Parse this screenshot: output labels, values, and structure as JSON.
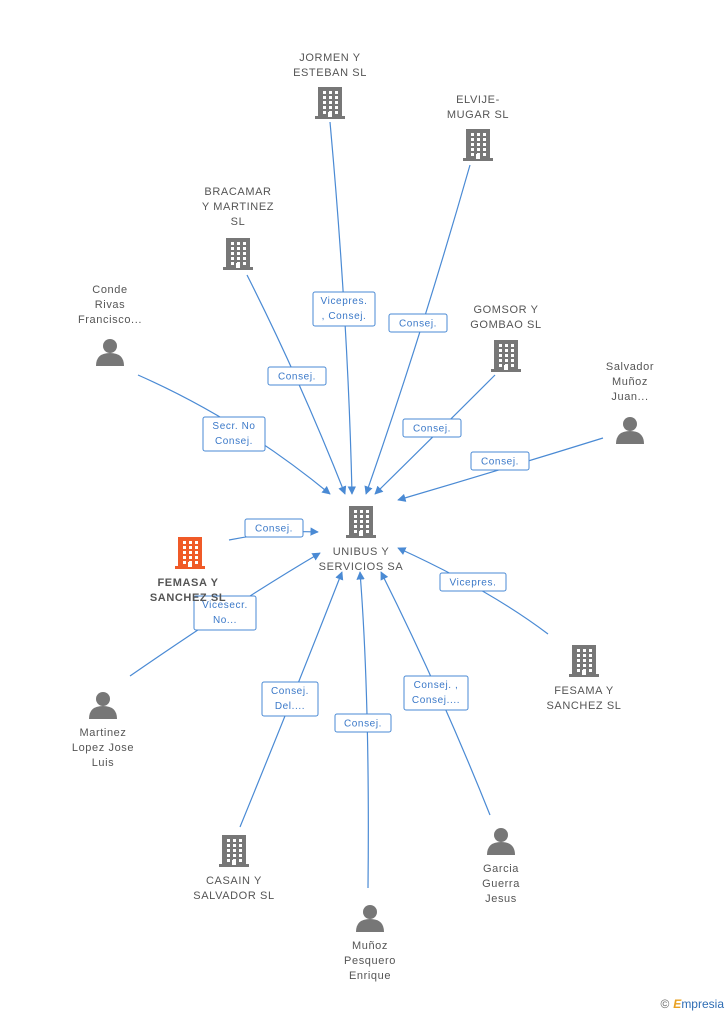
{
  "colors": {
    "edge": "#4a8ad4",
    "icon": "#777777",
    "highlight": "#f05a28",
    "label": "#555555"
  },
  "center": {
    "id": "unibus",
    "label": [
      "UNIBUS Y",
      "SERVICIOS SA"
    ],
    "type": "company"
  },
  "nodes": [
    {
      "id": "jormen",
      "type": "company",
      "label": [
        "JORMEN Y",
        "ESTEBAN  SL"
      ]
    },
    {
      "id": "elvije",
      "type": "company",
      "label": [
        "ELVIJE-",
        "MUGAR  SL"
      ]
    },
    {
      "id": "bracamar",
      "type": "company",
      "label": [
        "BRACAMAR",
        "Y MARTINEZ",
        "SL"
      ]
    },
    {
      "id": "conde",
      "type": "person",
      "label": [
        "Conde",
        "Rivas",
        "Francisco..."
      ]
    },
    {
      "id": "gomsor",
      "type": "company",
      "label": [
        "GOMSOR Y",
        "GOMBAO  SL"
      ]
    },
    {
      "id": "salvador",
      "type": "person",
      "label": [
        "Salvador",
        "Muñoz",
        "Juan..."
      ]
    },
    {
      "id": "femasa",
      "type": "company",
      "highlight": true,
      "label": [
        "FEMASA Y",
        "SANCHEZ  SL"
      ]
    },
    {
      "id": "fesama",
      "type": "company",
      "label": [
        "FESAMA Y",
        "SANCHEZ  SL"
      ]
    },
    {
      "id": "martinez",
      "type": "person",
      "label": [
        "Martinez",
        "Lopez Jose",
        "Luis"
      ]
    },
    {
      "id": "casain",
      "type": "company",
      "label": [
        "CASAIN Y",
        "SALVADOR  SL"
      ]
    },
    {
      "id": "munoz",
      "type": "person",
      "label": [
        "Muñoz",
        "Pesquero",
        "Enrique"
      ]
    },
    {
      "id": "garcia",
      "type": "person",
      "label": [
        "Garcia",
        "Guerra",
        "Jesus"
      ]
    }
  ],
  "edges": [
    {
      "from": "jormen",
      "label": [
        "Vicepres.",
        ", Consej."
      ]
    },
    {
      "from": "elvije",
      "label": [
        "Consej."
      ]
    },
    {
      "from": "bracamar",
      "label": [
        "Consej."
      ]
    },
    {
      "from": "conde",
      "label": [
        "Secr.  No",
        "Consej."
      ]
    },
    {
      "from": "gomsor",
      "label": [
        "Consej."
      ]
    },
    {
      "from": "salvador",
      "label": [
        "Consej."
      ]
    },
    {
      "from": "femasa",
      "label": [
        "Consej."
      ]
    },
    {
      "from": "fesama",
      "label": [
        "Vicepres."
      ]
    },
    {
      "from": "martinez",
      "label": [
        "Vicesecr.",
        "No..."
      ]
    },
    {
      "from": "casain",
      "label": [
        "Consej.",
        "Del...."
      ]
    },
    {
      "from": "munoz",
      "label": [
        "Consej."
      ]
    },
    {
      "from": "garcia",
      "label": [
        "Consej. ,",
        "Consej...."
      ]
    }
  ],
  "brand": {
    "copyright": "©",
    "name_initial": "E",
    "name_rest": "mpresia"
  }
}
